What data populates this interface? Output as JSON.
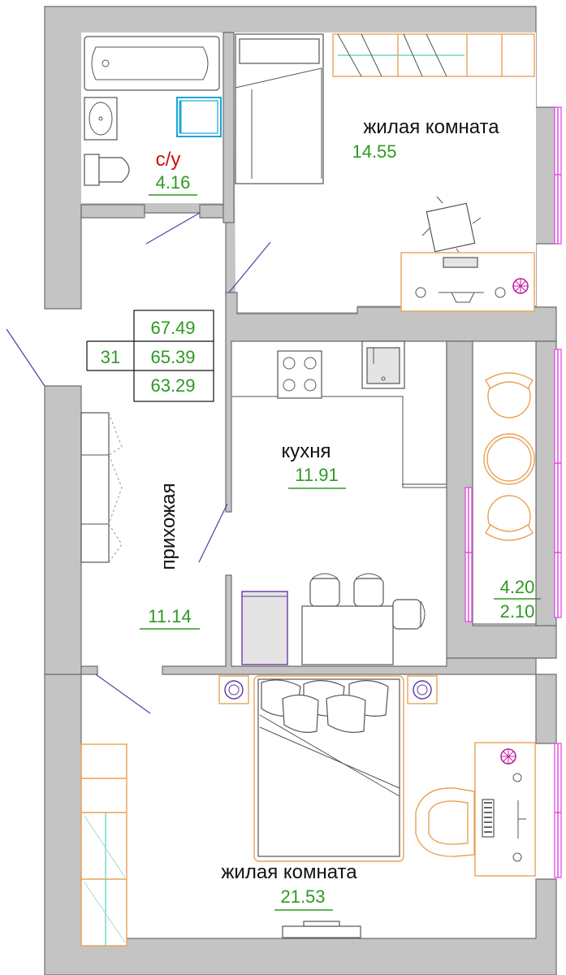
{
  "rooms": {
    "bedroom_top": {
      "name": "жилая комната",
      "area": "14.55"
    },
    "bathroom": {
      "name": "с/у",
      "area": "4.16"
    },
    "kitchen": {
      "name": "кухня",
      "area": "11.91"
    },
    "hallway": {
      "name": "прихожая",
      "area": "11.14"
    },
    "balcony": {
      "area_full": "4.20",
      "area_reduced": "2.10"
    },
    "bedroom_bottom": {
      "name": "жилая комната",
      "area": "21.53"
    }
  },
  "apartment": {
    "number": "31",
    "area_total": "67.49",
    "area_main": "65.39",
    "area_living": "63.29"
  },
  "colors": {
    "wall": "#c4c4c4",
    "area_text": "#2e9a22",
    "bathroom_label": "#cc1111",
    "furniture_accent": "#e8a257",
    "window": "#e040e0",
    "door_swing": "#5a3aa0"
  }
}
